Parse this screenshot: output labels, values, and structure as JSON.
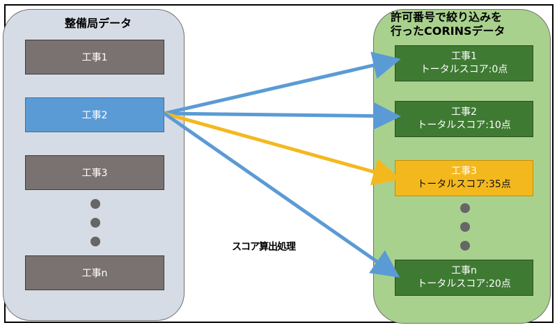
{
  "source_panel": {
    "title": "整備局データ",
    "items": [
      {
        "label": "工事1",
        "selected": false
      },
      {
        "label": "工事2",
        "selected": true
      },
      {
        "label": "工事3",
        "selected": false
      },
      {
        "label": "工事n",
        "selected": false
      }
    ]
  },
  "target_panel": {
    "title_line1": "許可番号で絞り込みを",
    "title_line2": "行ったCORINSデータ",
    "items": [
      {
        "label": "工事1",
        "score_label": "トータルスコア:0点",
        "score": 0
      },
      {
        "label": "工事2",
        "score_label": "トータルスコア:10点",
        "score": 10
      },
      {
        "label": "工事3",
        "score_label": "トータルスコア:35点",
        "score": 35,
        "best": true
      },
      {
        "label": "工事n",
        "score_label": "トータルスコア:20点",
        "score": 20
      }
    ]
  },
  "process_label": "スコア算出処理",
  "connections": [
    {
      "from": "工事2",
      "to": "工事1",
      "color": "#5b9bd5"
    },
    {
      "from": "工事2",
      "to": "工事2",
      "color": "#5b9bd5"
    },
    {
      "from": "工事2",
      "to": "工事3",
      "color": "#f4b81f"
    },
    {
      "from": "工事2",
      "to": "工事n",
      "color": "#5b9bd5"
    }
  ],
  "colors": {
    "source_panel_bg": "#d6dce5",
    "target_panel_bg": "#a9d18e",
    "source_item": "#7a7271",
    "selected_item": "#5b9bd5",
    "target_item": "#3f7a33",
    "best_item": "#f4b81f"
  }
}
